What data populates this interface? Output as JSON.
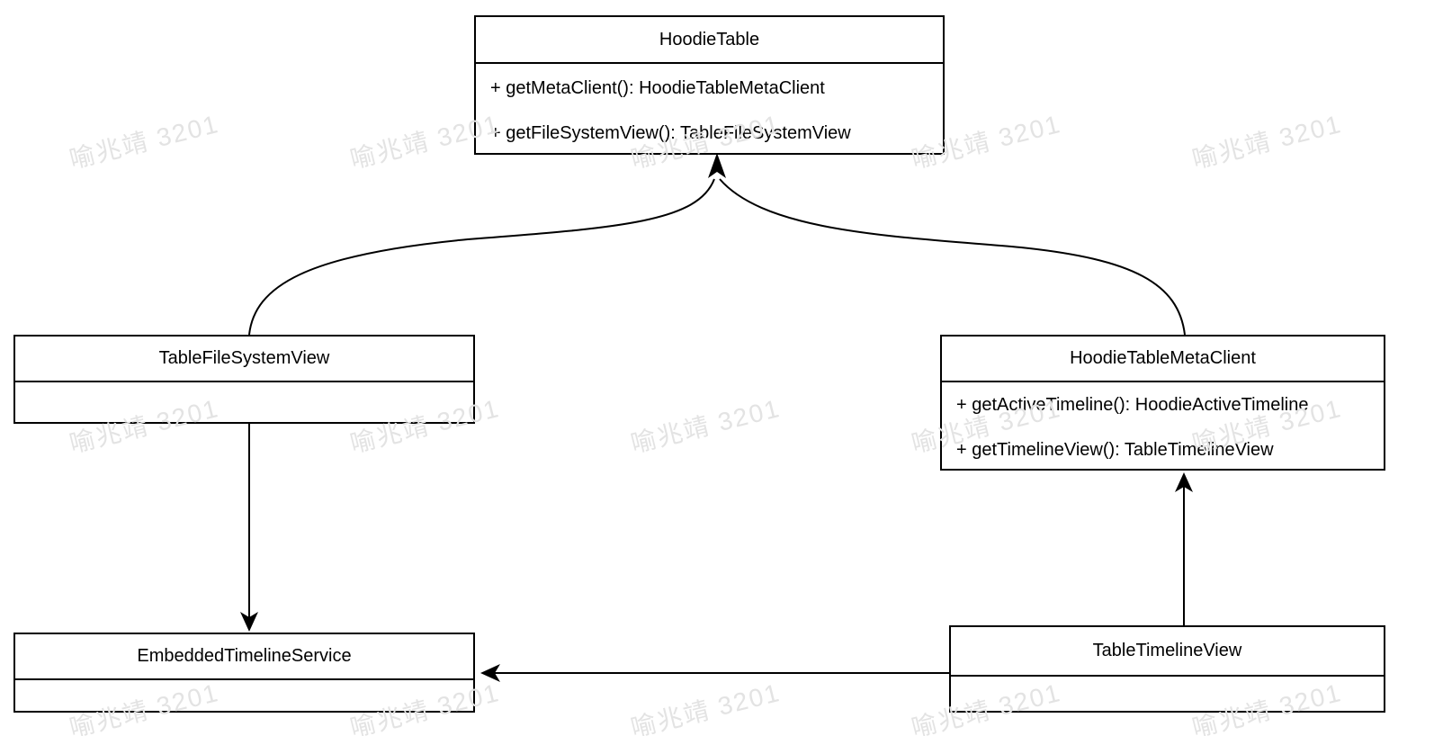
{
  "diagram": {
    "classes": [
      {
        "name": "HoodieTable",
        "methods": [
          "+ getMetaClient(): HoodieTableMetaClient",
          "+ getFileSystemView(): TableFileSystemView"
        ]
      },
      {
        "name": "TableFileSystemView",
        "methods": []
      },
      {
        "name": "HoodieTableMetaClient",
        "methods": [
          "+ getActiveTimeline(): HoodieActiveTimeline",
          "+ getTimelineView(): TableTimelineView"
        ]
      },
      {
        "name": "EmbeddedTimelineService",
        "methods": []
      },
      {
        "name": "TableTimelineView",
        "methods": []
      }
    ],
    "edges": [
      {
        "from": "TableFileSystemView",
        "to": "HoodieTable",
        "style": "curved-arrow"
      },
      {
        "from": "HoodieTableMetaClient",
        "to": "HoodieTable",
        "style": "curved-arrow"
      },
      {
        "from": "TableFileSystemView",
        "to": "EmbeddedTimelineService",
        "style": "straight-arrow"
      },
      {
        "from": "TableTimelineView",
        "to": "HoodieTableMetaClient",
        "style": "straight-arrow"
      },
      {
        "from": "TableTimelineView",
        "to": "EmbeddedTimelineService",
        "style": "straight-arrow"
      }
    ],
    "watermark": {
      "text": "喻兆靖 3201",
      "color": "#e3e3e3"
    },
    "colors": {
      "line": "#000000",
      "box_bg": "#ffffff",
      "page_bg": "#ffffff"
    }
  }
}
